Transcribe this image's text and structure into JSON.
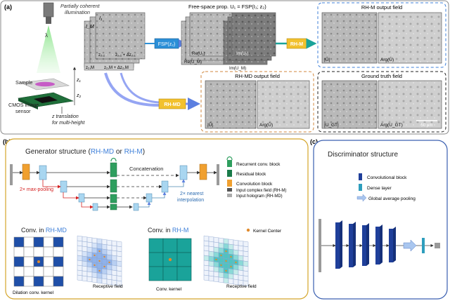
{
  "panel_a": {
    "tag": "(a)",
    "illumination_label_1": "Partially coherent",
    "illumination_label_2": "illumination",
    "lambda": "λ",
    "sample_label": "Sample",
    "sensor_label_1": "CMOS image",
    "sensor_label_2": "sensor",
    "z_translation_1": "z translation",
    "z_translation_2": "for multi-height",
    "z1": "z₁",
    "z2": "z₂",
    "stack_I1": "I₁",
    "stack_IM": "I_M",
    "stack_z1": "z₂,₁",
    "stack_dz": "z₂,₁ + Δz₂,₁",
    "stack_zM": "z₂,M",
    "stack_dzM": "z₂,M + Δz₂,M",
    "fsp_title": "Free-space prop. U₁ = FSP(I₁; z₂)",
    "fsp_box": "FSP(z₂)",
    "re_u1": "Re(U₁)",
    "im_u1": "Im(U₁)",
    "re_um": "Re(U_M)",
    "im_um": "Im(U_M)",
    "rhm_box": "RH-M",
    "rhmd_box": "RH-MD",
    "rhm_output_title": "RH-M output field",
    "rhmd_output_title": "RH-MD output field",
    "gt_title": "Ground truth field",
    "abs_u": "|Û|",
    "arg_u": "Arg(Û)",
    "abs_ugt": "|U_GT|",
    "arg_ugt": "Arg(U_GT)",
    "scale_bar": "50 μm"
  },
  "panel_b": {
    "tag": "(b)",
    "title_prefix": "Generator structure (",
    "title_rhmd": "RH-MD",
    "title_or": " or ",
    "title_rhm": "RH-M",
    "title_suffix": ")",
    "concatenation": "Concatenation",
    "max_pooling": "2× max-pooling",
    "nearest_1": "2× nearest",
    "nearest_2": "interpolation",
    "legend": [
      "Recurrent conv. block",
      "Residual block",
      "Convolution block",
      "Input complex field (RH-M)",
      "Input hologram (RH-MD)"
    ],
    "conv_rhmd_prefix": "Conv. in ",
    "conv_rhmd": "RH-MD",
    "conv_rhm_prefix": "Conv. in ",
    "conv_rhm": "RH-M",
    "kernel_center": "Kernel Center",
    "dilation_kernel": "Dilation conv. kernel",
    "receptive_field_1": "Receptive field",
    "conv_kernel": "Conv. kernel",
    "receptive_field_2": "Receptive field"
  },
  "panel_c": {
    "tag": "(c)",
    "title": "Discriminator structure",
    "legend": [
      "Convolutional block",
      "Dense layer",
      "Global average pooling"
    ]
  },
  "colors": {
    "accent_blue": "#3d7fd9",
    "rhm_yellow": "#f2c12e",
    "teal": "#1aa39a",
    "orange": "#f0a030",
    "green_block": "#2e9e5e",
    "dark_blue": "#1f3f9a",
    "light_blue": "#a9d6f0",
    "gray_block": "#9a9a9a"
  }
}
